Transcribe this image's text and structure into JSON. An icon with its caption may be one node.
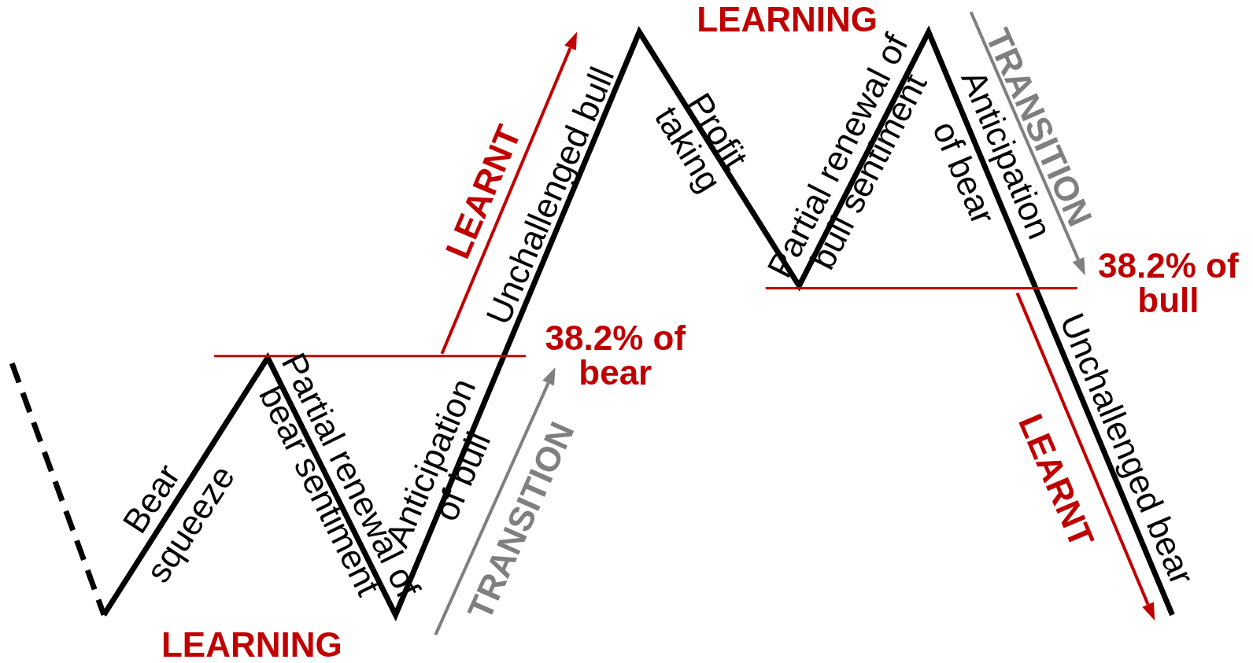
{
  "diagram": {
    "labels": [
      "LEARNING",
      "LEARNT",
      "Unchallenged bull",
      "Profit taking",
      "Partial renewal of bull sentiment",
      "Anticipation of bear",
      "TRANSITION",
      "38.2% of bull",
      "38.2% of bear",
      "Bear squeeze",
      "Partial renewal of bear sentiment",
      "Anticipation of bull",
      "TRANSITION",
      "LEARNT",
      "Unchallenged bear",
      "LEARNING"
    ]
  }
}
